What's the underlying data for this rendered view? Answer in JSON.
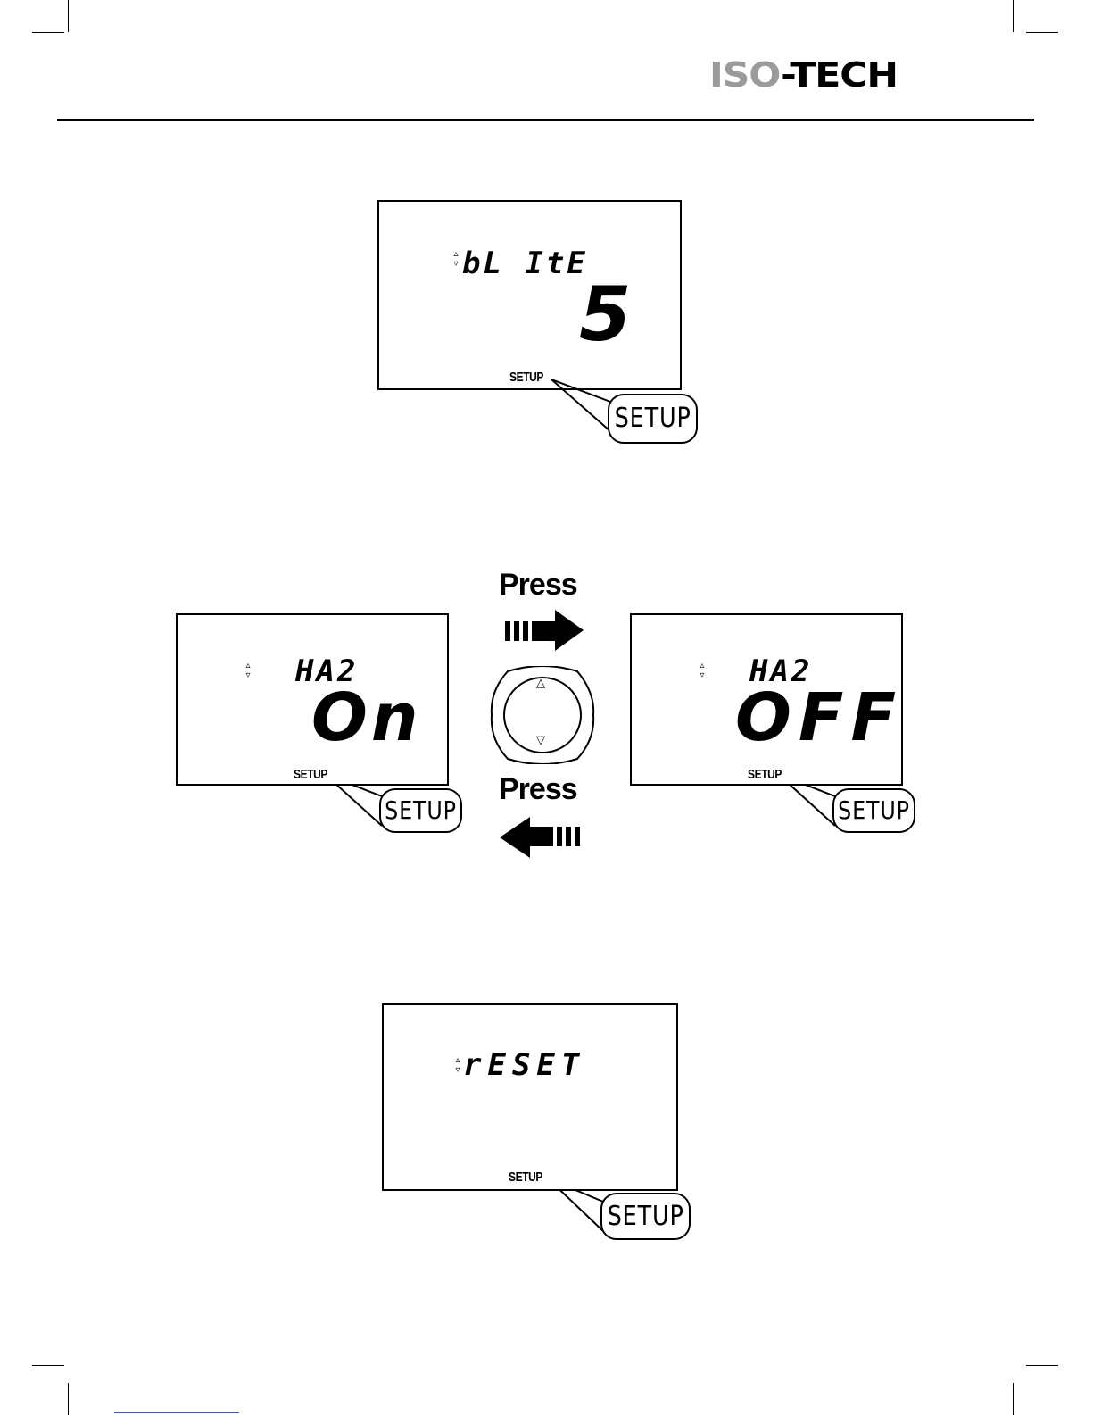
{
  "header": {
    "logo_part1": "ISO",
    "logo_part2": "-TECH"
  },
  "panel1": {
    "line1": "bL ItE",
    "value": "5",
    "annunciator": "SETUP",
    "callout": "SETUP"
  },
  "panel2_left": {
    "line1": "HA2",
    "value": "On",
    "annunciator": "SETUP",
    "callout": "SETUP"
  },
  "panel2_right": {
    "line1": "HA2",
    "value": "OFF",
    "annunciator": "SETUP",
    "callout": "SETUP"
  },
  "controls": {
    "press_top": "Press",
    "press_bottom": "Press",
    "up_icon": "up-triangle-icon",
    "down_icon": "down-triangle-icon"
  },
  "panel3": {
    "line1": "rESET",
    "annunciator": "SETUP",
    "callout": "SETUP"
  }
}
